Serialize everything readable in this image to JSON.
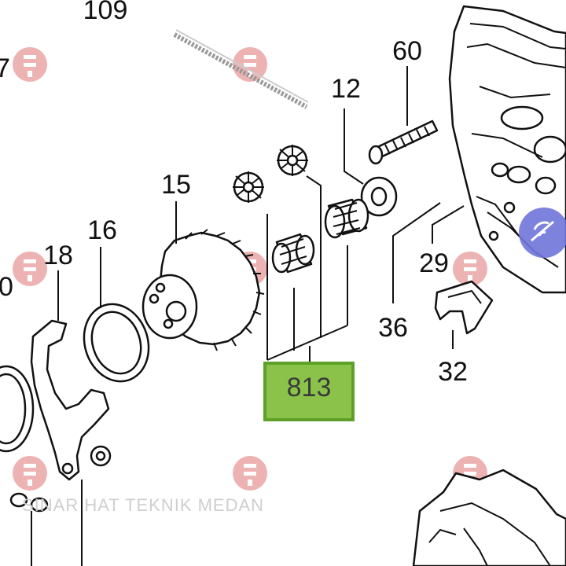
{
  "diagram": {
    "callouts": [
      "109",
      "60",
      "12",
      "15",
      "16",
      "18",
      "0",
      "7",
      "29",
      "36",
      "32"
    ],
    "highlight": {
      "label": "813",
      "fill": "#8bc34a",
      "stroke": "#5da129"
    },
    "watermark": {
      "text": "SINAR HAT TEKNIK MEDAN",
      "logo_color": "#e9a3a3"
    },
    "badge": {
      "icon": "signal-icon",
      "color": "#6f74d9"
    }
  }
}
